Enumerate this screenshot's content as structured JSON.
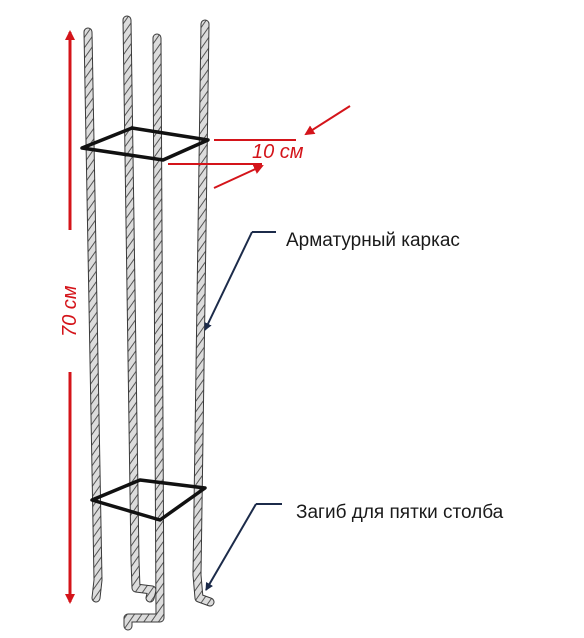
{
  "labels": {
    "frame": "Арматурный каркас",
    "bend": "Загиб для пятки столба",
    "width": "10 см",
    "height": "70 см"
  },
  "colors": {
    "dimension": "#d4141a",
    "leader": "#1c2b4a",
    "rebar_stroke": "#3a3a3a",
    "rebar_fill": "#d9d9d9",
    "text": "#1a1a1a"
  }
}
